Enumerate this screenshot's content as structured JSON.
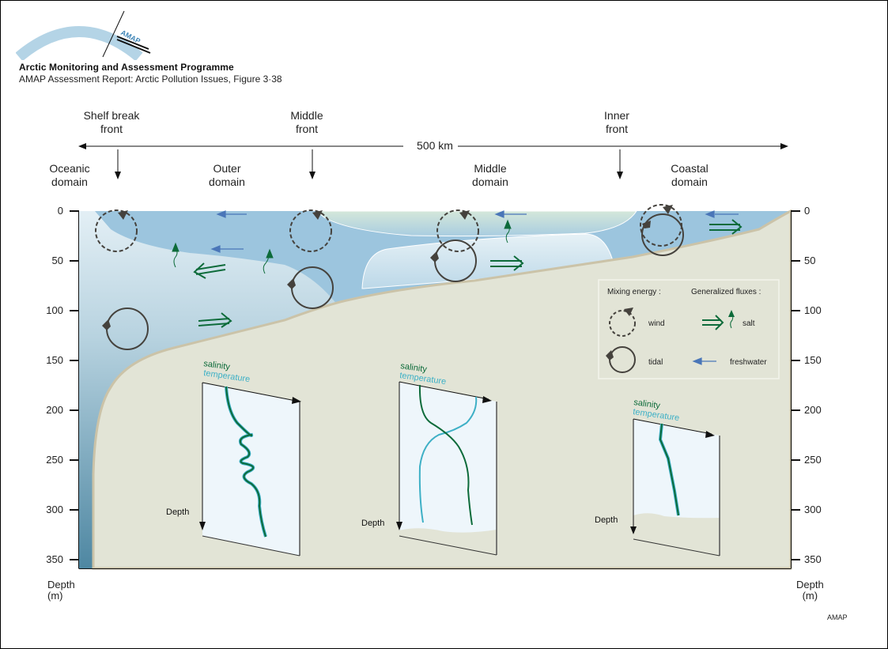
{
  "header": {
    "logo_text": "AMAP",
    "org_title": "Arctic Monitoring and Assessment Programme",
    "subtitle": "AMAP Assessment Report: Arctic Pollution Issues, Figure 3·38"
  },
  "fronts": [
    {
      "line1": "Shelf break",
      "line2": "front"
    },
    {
      "line1": "Middle",
      "line2": "front"
    },
    {
      "line1": "Inner",
      "line2": "front"
    }
  ],
  "scale_label": "500 km",
  "domains": [
    {
      "line1": "Oceanic",
      "line2": "domain"
    },
    {
      "line1": "Outer",
      "line2": "domain"
    },
    {
      "line1": "Middle",
      "line2": "domain"
    },
    {
      "line1": "Coastal",
      "line2": "domain"
    }
  ],
  "depth_axis": {
    "ticks": [
      "0",
      "50",
      "100",
      "150",
      "200",
      "250",
      "300",
      "350"
    ],
    "title_line1": "Depth",
    "title_line2": "(m)"
  },
  "legend": {
    "mixing_title": "Mixing energy :",
    "flux_title": "Generalized fluxes :",
    "wind": "wind",
    "tidal": "tidal",
    "salt": "salt",
    "freshwater": "freshwater"
  },
  "profiles": [
    {
      "salinity": "salinity",
      "temperature": "temperature",
      "depth": "Depth"
    },
    {
      "salinity": "salinity",
      "temperature": "temperature",
      "depth": "Depth"
    },
    {
      "salinity": "salinity",
      "temperature": "temperature",
      "depth": "Depth"
    }
  ],
  "colors": {
    "water_deep": "#5a8fa8",
    "water_upper": "#9cc5de",
    "water_light": "#d6e8f1",
    "shelf": "#e2e4d6",
    "salinity": "#0d6b3a",
    "temperature": "#3eb0c6",
    "freshwater_arrow": "#4a76b8",
    "mixing": "#45423d"
  },
  "credit": "AMAP"
}
